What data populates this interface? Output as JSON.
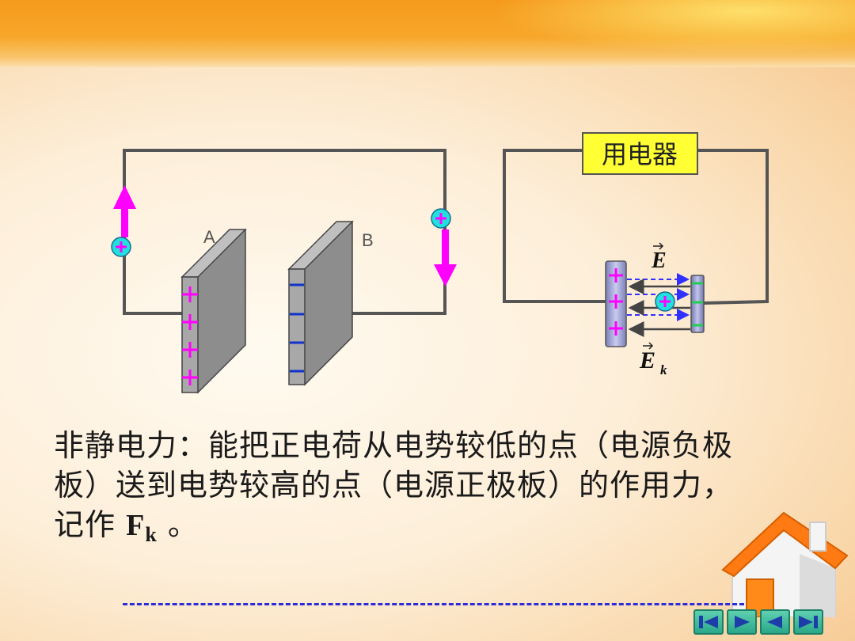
{
  "diagram": {
    "plate_a_label": "A",
    "plate_b_label": "B",
    "load_label": "用电器",
    "field_e_label": "E",
    "field_ek_label": "E",
    "field_ek_subscript": "k",
    "plus_sign": "+",
    "minus_sign": "−"
  },
  "description": {
    "line1": "非静电力：能把正电荷从电势较低的点（电源负极",
    "line2": "板）送到电势较高的点（电源正极板）的作用力，",
    "line3_prefix": "记作 ",
    "symbol": "F",
    "subscript": "k",
    "line3_suffix": " 。"
  },
  "navigation": {
    "buttons": [
      "first-icon",
      "next-icon",
      "previous-icon",
      "last-icon"
    ]
  },
  "colors": {
    "accent_magenta": "#ff00ff",
    "charge_cyan": "#20e0e0",
    "load_box": "#ffff33",
    "nav_green": "#2aa889"
  }
}
